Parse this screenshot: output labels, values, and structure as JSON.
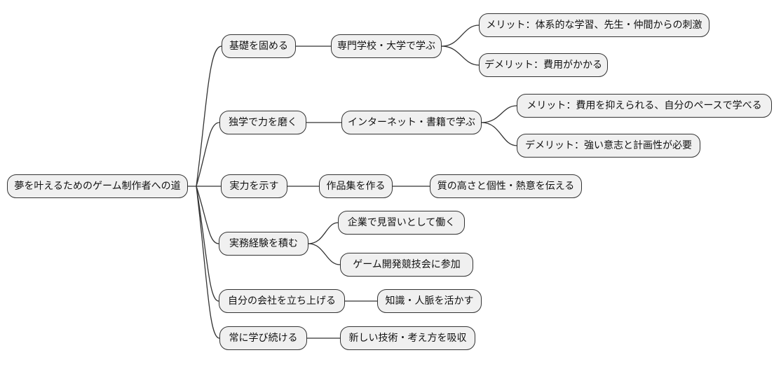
{
  "diagram": {
    "type": "mindmap",
    "colors": {
      "node_fill": "#f0f0f0",
      "node_border": "#333333",
      "edge": "#333333",
      "text": "#111111",
      "background": "#ffffff"
    },
    "map": {
      "root": {
        "label": "夢を叶えるためのゲーム制作者への道"
      },
      "branches": [
        {
          "label": "基礎を固める",
          "children": [
            {
              "label": "専門学校・大学で学ぶ",
              "children": [
                {
                  "label": "メリット：体系的な学習、先生・仲間からの刺激"
                },
                {
                  "label": "デメリット：費用がかかる"
                }
              ]
            }
          ]
        },
        {
          "label": "独学で力を磨く",
          "children": [
            {
              "label": "インターネット・書籍で学ぶ",
              "children": [
                {
                  "label": "メリット：費用を抑えられる、自分のペースで学べる"
                },
                {
                  "label": "デメリット：強い意志と計画性が必要"
                }
              ]
            }
          ]
        },
        {
          "label": "実力を示す",
          "children": [
            {
              "label": "作品集を作る",
              "children": [
                {
                  "label": "質の高さと個性・熱意を伝える"
                }
              ]
            }
          ]
        },
        {
          "label": "実務経験を積む",
          "children": [
            {
              "label": "企業で見習いとして働く"
            },
            {
              "label": "ゲーム開発競技会に参加"
            }
          ]
        },
        {
          "label": "自分の会社を立ち上げる",
          "children": [
            {
              "label": "知識・人脈を活かす"
            }
          ]
        },
        {
          "label": "常に学び続ける",
          "children": [
            {
              "label": "新しい技術・考え方を吸収"
            }
          ]
        }
      ]
    }
  }
}
